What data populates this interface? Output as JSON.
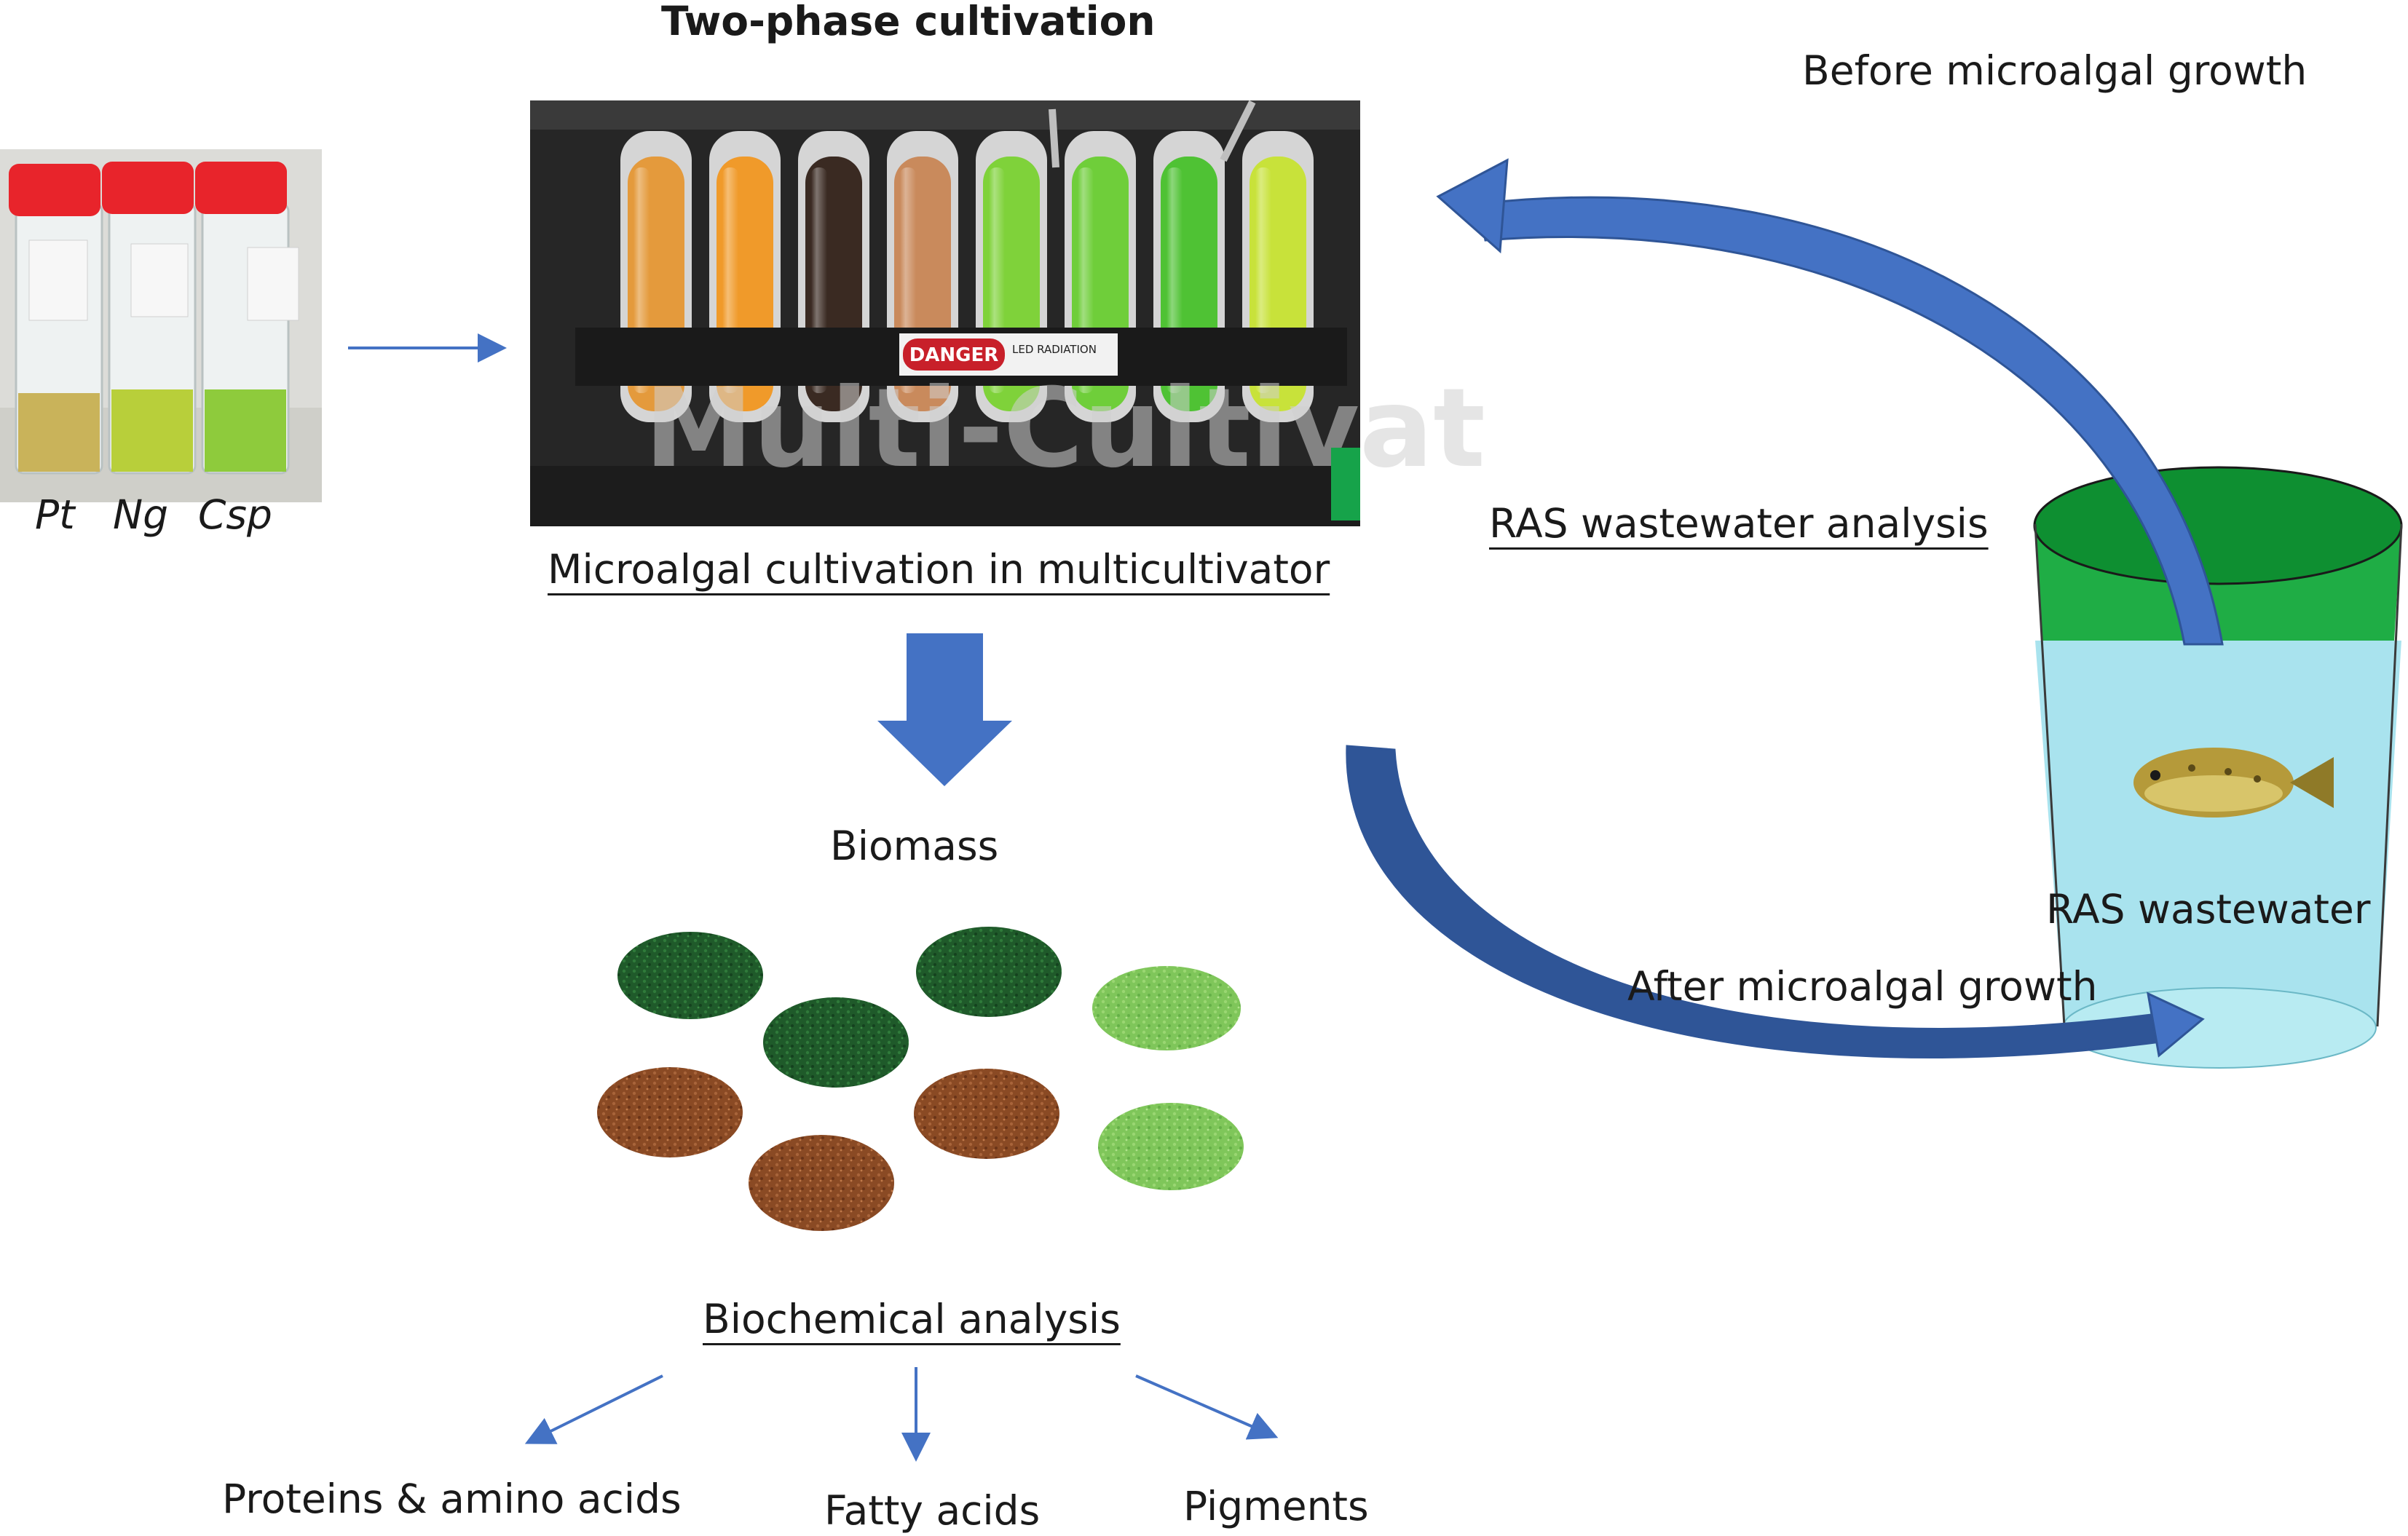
{
  "title": "Two-phase cultivation",
  "flasks": {
    "labels": [
      "Pt",
      "Ng",
      "Csp"
    ],
    "cap_color": "#e8242b",
    "liquid_colors": [
      "#c9b35a",
      "#b8cf3a",
      "#8ecb3c"
    ]
  },
  "multicultivator": {
    "caption": "Microalgal cultivation in multicultivator",
    "sign_text": "DANGER",
    "panel_text": "LED RADIATION",
    "brand_text": "Multi-Cultivat",
    "tube_colors": [
      "#e49a3c",
      "#f09a2a",
      "#3a2a22",
      "#c98a5c",
      "#7fd23a",
      "#6fce3a",
      "#4fc234",
      "#c8e23a"
    ]
  },
  "flow": {
    "biomass_label": "Biomass",
    "biochem_label": "Biochemical analysis",
    "outputs": [
      "Proteins & amino acids",
      "Fatty acids",
      "Pigments"
    ]
  },
  "ras": {
    "analysis_label": "RAS wastewater analysis",
    "tank_label": "RAS wastewater",
    "before_label": "Before microalgal growth",
    "after_label": "After microalgal growth"
  },
  "colors": {
    "arrow_blue": "#4472c4",
    "tank_green": "#1fad45",
    "tank_water": "#a9e3ee",
    "dark_green_biomass": "#1f5a2a",
    "light_green_biomass": "#7fc65a",
    "brown_biomass": "#8a4a24"
  }
}
